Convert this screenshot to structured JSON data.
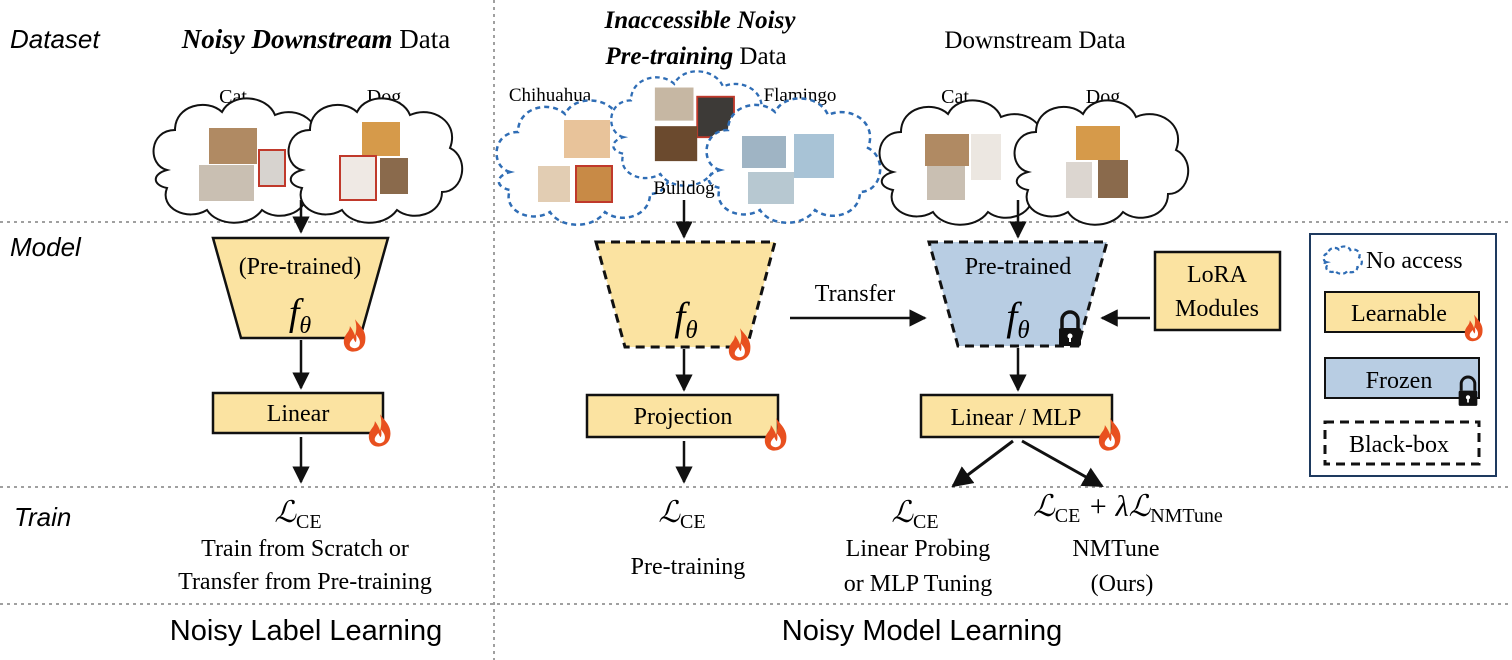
{
  "rows": {
    "dataset": "Dataset",
    "model": "Model",
    "train": "Train"
  },
  "sections": {
    "noisy_label_learning": "Noisy Label Learning",
    "noisy_model_learning": "Noisy Model Learning"
  },
  "left": {
    "title_bold_italic": "Noisy Downstream",
    "title_rest": "Data",
    "cloud1_label": "Cat",
    "cloud2_label": "Dog",
    "model_label": "(Pre-trained)",
    "model_symbol": "f",
    "model_subscript": "θ",
    "head_label": "Linear",
    "loss": "ℒ",
    "loss_sub": "CE",
    "train_line1": "Train from Scratch or",
    "train_line2": "Transfer from Pre-training"
  },
  "middle": {
    "title_line1": "Inaccessible Noisy",
    "title_line2_bold_italic": "Pre-training",
    "title_line2_rest": "Data",
    "cloud_left_label": "Chihuahua",
    "cloud_right_label": "Flamingo",
    "cloud_bottom_label": "Bulldog",
    "model_symbol": "f",
    "model_subscript": "θ",
    "head_label": "Projection",
    "loss": "ℒ",
    "loss_sub": "CE",
    "train_label": "Pre-training",
    "transfer_label": "Transfer"
  },
  "right": {
    "title": "Downstream Data",
    "cloud1_label": "Cat",
    "cloud2_label": "Dog",
    "model_label": "Pre-trained",
    "model_symbol": "f",
    "model_subscript": "θ",
    "lora_line1": "LoRA",
    "lora_line2": "Modules",
    "head_label": "Linear / MLP",
    "loss1": "ℒ",
    "loss1_sub": "CE",
    "loss1_line1": "Linear Probing",
    "loss1_line2": "or MLP Tuning",
    "loss2_main": "ℒ",
    "loss2_main_sub": "CE",
    "loss2_plus": "+ λℒ",
    "loss2_sub": "NMTune",
    "loss2_line1": "NMTune",
    "loss2_line2": "(Ours)"
  },
  "legend": {
    "no_access": "No access",
    "learnable": "Learnable",
    "frozen": "Frozen",
    "blackbox": "Black-box"
  },
  "colors": {
    "learnable": "#fbe3a1",
    "frozen": "#b8cde3",
    "cloud_dashed": "#2f6db5",
    "frame_red": "#c0392b",
    "flame": "#e8501f",
    "legend_border": "#1e3a5f",
    "grid": "#a0a0a0"
  }
}
